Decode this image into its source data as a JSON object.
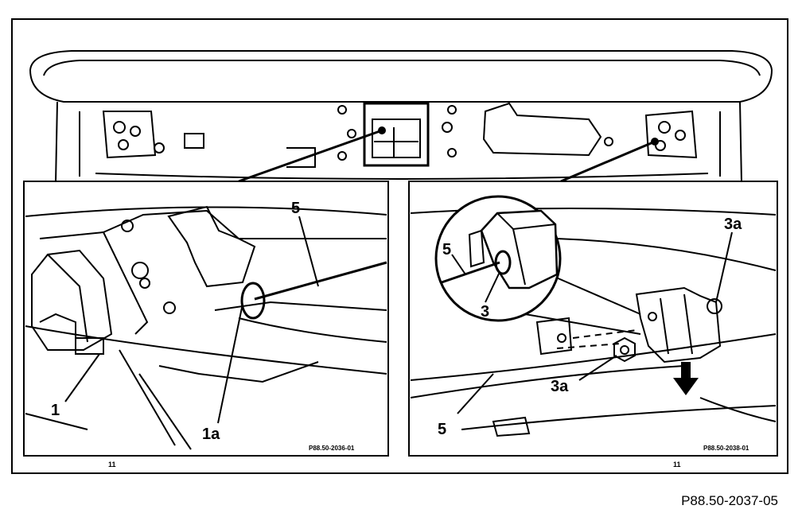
{
  "figure_ref": "P88.50-2037-05",
  "left_panel": {
    "labels": [
      "1",
      "1a",
      "5"
    ],
    "code": "P88.50-2036-01",
    "corner_mark": "11"
  },
  "right_panel": {
    "labels": [
      "5",
      "3",
      "3a",
      "3a",
      "5"
    ],
    "code": "P88.50-2038-01",
    "corner_mark": "11"
  }
}
